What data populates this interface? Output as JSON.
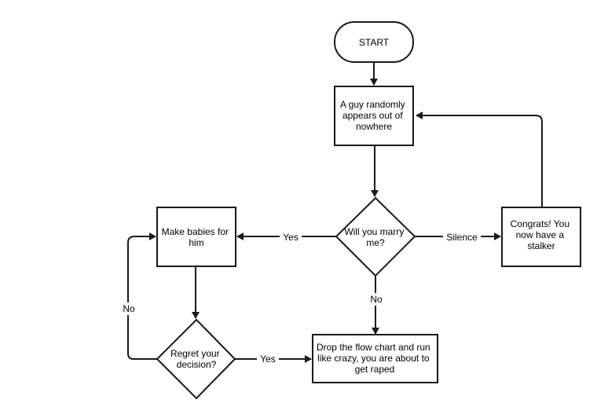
{
  "nodes": {
    "start": {
      "lines": [
        "START"
      ]
    },
    "appears": {
      "lines": [
        "A guy randomly",
        "appears out of",
        "nowhere"
      ]
    },
    "marry": {
      "lines": [
        "Will you marry",
        "me?"
      ]
    },
    "stalker": {
      "lines": [
        "Congrats! You",
        "now have a",
        "stalker"
      ]
    },
    "babies": {
      "lines": [
        "Make babies for",
        "him"
      ]
    },
    "regret": {
      "lines": [
        "Regret your",
        "decision?"
      ]
    },
    "run": {
      "lines": [
        "Drop the flow chart and run",
        "like crazy, you are about to",
        "get raped"
      ]
    }
  },
  "edges": {
    "marry_yes": "Yes",
    "marry_silence": "Silence",
    "marry_no": "No",
    "regret_no": "No",
    "regret_yes": "Yes"
  }
}
